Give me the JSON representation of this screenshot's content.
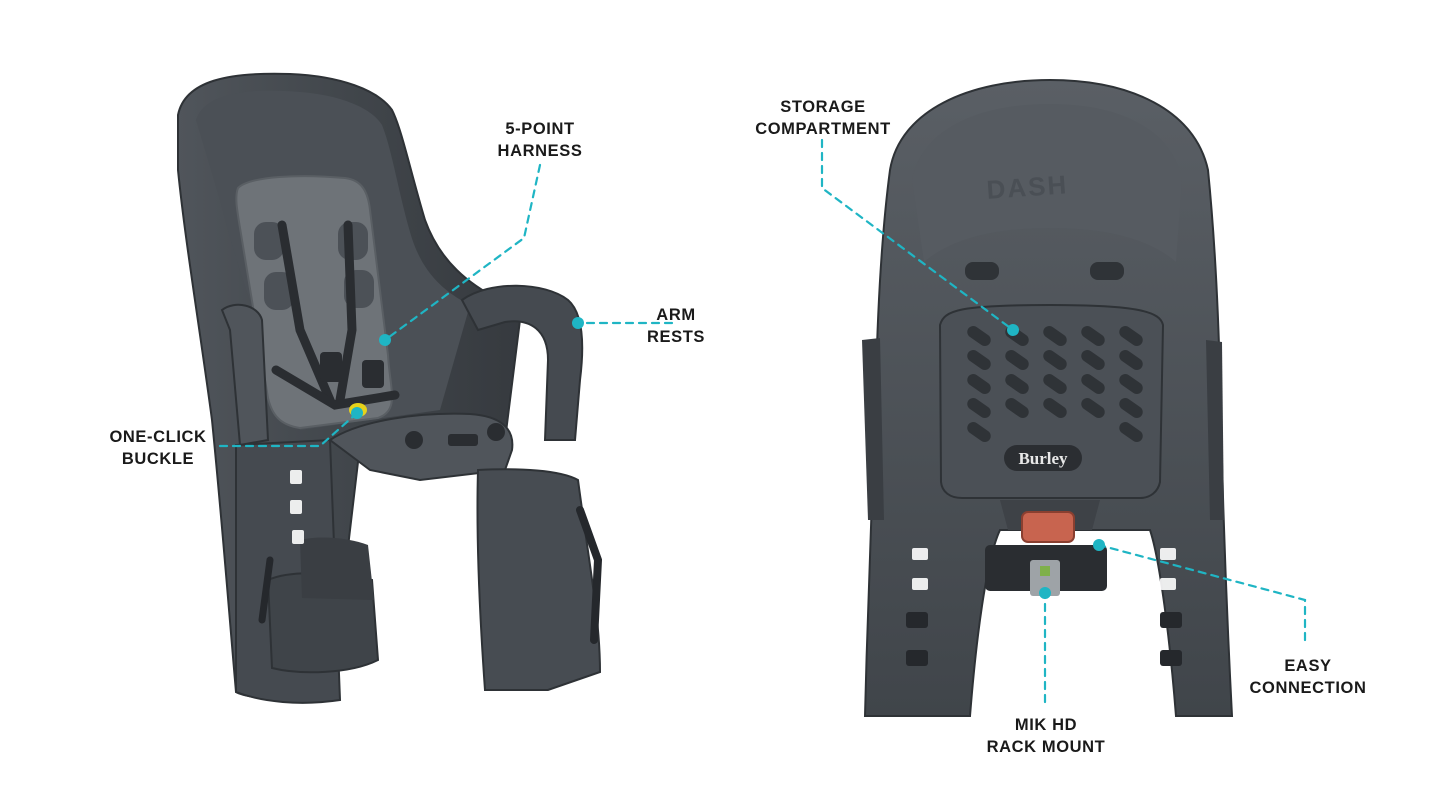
{
  "colors": {
    "accent": "#1fb5c4",
    "seat_dark": "#3b3f44",
    "seat_mid": "#4a4f55",
    "seat_light": "#5b6066",
    "pad": "#6e7378",
    "reflector": "#c8644f",
    "buckle": "#e6d21a",
    "text": "#1a1a1a"
  },
  "seat_branding": {
    "back_embossed": "DASH",
    "badge": "Burley"
  },
  "callouts": {
    "harness": {
      "line1": "5-POINT",
      "line2": "HARNESS"
    },
    "armrests": {
      "line1": "ARM",
      "line2": "RESTS"
    },
    "buckle": {
      "line1": "ONE-CLICK",
      "line2": "BUCKLE"
    },
    "storage": {
      "line1": "STORAGE",
      "line2": "COMPARTMENT"
    },
    "connection": {
      "line1": "EASY",
      "line2": "CONNECTION"
    },
    "mount": {
      "line1": "MIK HD",
      "line2": "RACK MOUNT"
    }
  }
}
